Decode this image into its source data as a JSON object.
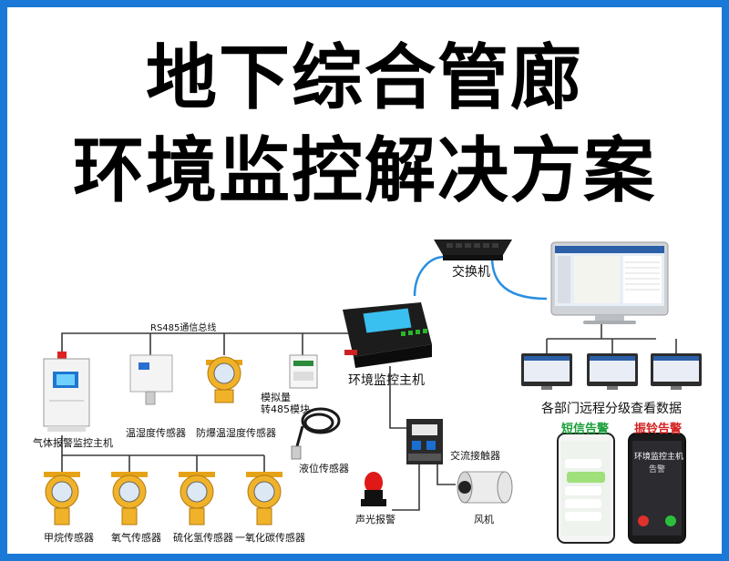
{
  "title": {
    "line1": "地下综合管廊",
    "line2": "环境监控解决方案"
  },
  "bus": {
    "label": "RS485通信总线"
  },
  "devices": {
    "switch": "交换机",
    "host": "环境监控主机",
    "dept_data": "各部门远程分级查看数据",
    "gas_host": "气体报警监控主机",
    "temp_humidity": "温湿度传感器",
    "explosion_proof_th": "防爆温湿度传感器",
    "analog_converter": "模拟量\n转485模块",
    "liquid_level": "液位传感器",
    "contactor": "交流接触器",
    "alarm": "声光报警",
    "fan": "风机",
    "methane": "甲烷传感器",
    "oxygen": "氧气传感器",
    "h2s": "硫化氢传感器",
    "co": "一氧化碳传感器"
  },
  "phones": {
    "sms_alert": "短信告警",
    "ring_alert": "振铃告警",
    "call_title": "环境监控主机",
    "call_sub": "告警"
  },
  "colors": {
    "border": "#1a78d6",
    "wire": "#3a3a3a",
    "cable": "#2a8fe0",
    "sms": "#1a9e3a",
    "ring": "#d42020"
  }
}
